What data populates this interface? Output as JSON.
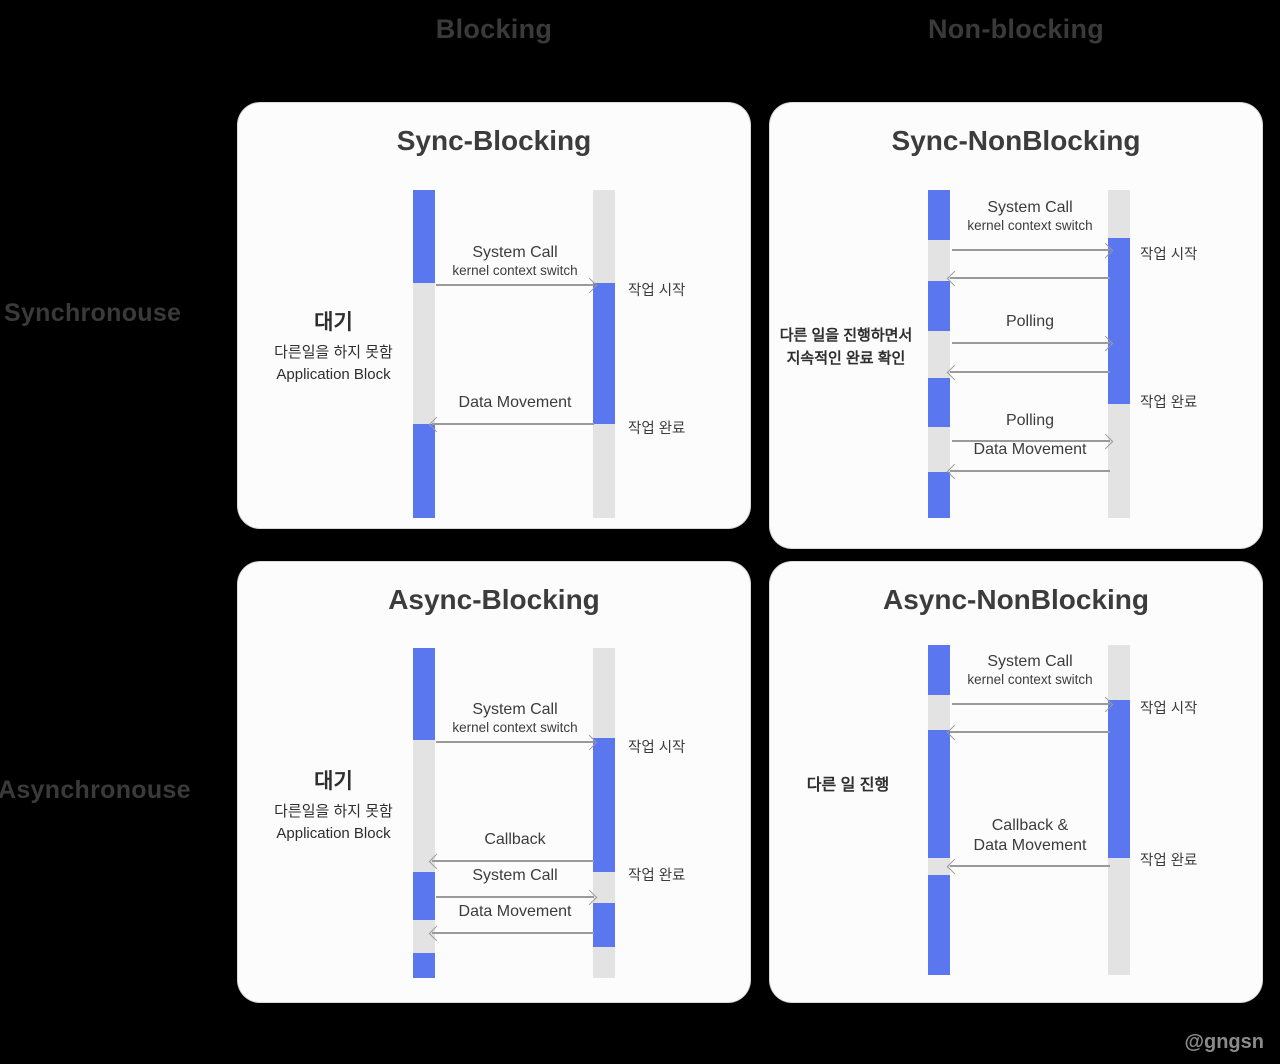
{
  "axis": {
    "columns": [
      {
        "label": "Blocking"
      },
      {
        "label": "Non-blocking"
      }
    ],
    "rows": [
      {
        "label": "Synchronouse"
      },
      {
        "label": "Asynchronouse"
      }
    ]
  },
  "colors": {
    "background": "#000000",
    "card": "#fcfcfc",
    "active_blue": "#5a77ef",
    "idle_gray": "#e3e3e3",
    "arrow_gray": "#9a9a9a",
    "heading_gray": "#3a3a3a",
    "text_dark": "#3c3c3c"
  },
  "cards": [
    {
      "id": "sync-blocking",
      "title": "Sync-Blocking",
      "note": {
        "heading": "대기",
        "line_kr": "다른일을 하지 못함",
        "line_en": "Application Block"
      },
      "arrows": [
        {
          "label_main": "System Call",
          "label_sub": "kernel context switch",
          "direction": "right"
        },
        {
          "label_main": "Data Movement",
          "label_sub": "",
          "direction": "left"
        }
      ],
      "statuses": [
        {
          "label": "작업 시작"
        },
        {
          "label": "작업 완료"
        }
      ]
    },
    {
      "id": "sync-nonblocking",
      "title": "Sync-NonBlocking",
      "note": {
        "line_1": "다른 일을 진행하면서",
        "line_2": "지속적인 완료 확인"
      },
      "arrows": [
        {
          "label_main": "System Call",
          "label_sub": "kernel context switch",
          "direction": "right"
        },
        {
          "label_main": "",
          "label_sub": "",
          "direction": "left"
        },
        {
          "label_main": "Polling",
          "label_sub": "",
          "direction": "right"
        },
        {
          "label_main": "",
          "label_sub": "",
          "direction": "left"
        },
        {
          "label_main": "Polling",
          "label_sub": "",
          "direction": "right"
        },
        {
          "label_main": "Data Movement",
          "label_sub": "",
          "direction": "left"
        }
      ],
      "statuses": [
        {
          "label": "작업 시작"
        },
        {
          "label": "작업 완료"
        }
      ]
    },
    {
      "id": "async-blocking",
      "title": "Async-Blocking",
      "note": {
        "heading": "대기",
        "line_kr": "다른일을 하지 못함",
        "line_en": "Application Block"
      },
      "arrows": [
        {
          "label_main": "System Call",
          "label_sub": "kernel context switch",
          "direction": "right"
        },
        {
          "label_main": "Callback",
          "label_sub": "",
          "direction": "left"
        },
        {
          "label_main": "System Call",
          "label_sub": "",
          "direction": "right"
        },
        {
          "label_main": "Data Movement",
          "label_sub": "",
          "direction": "left"
        }
      ],
      "statuses": [
        {
          "label": "작업 시작"
        },
        {
          "label": "작업 완료"
        }
      ]
    },
    {
      "id": "async-nonblocking",
      "title": "Async-NonBlocking",
      "note": {
        "line_1": "다른 일 진행"
      },
      "arrows": [
        {
          "label_main": "System Call",
          "label_sub": "kernel context switch",
          "direction": "right"
        },
        {
          "label_main": "",
          "label_sub": "",
          "direction": "left"
        },
        {
          "label_main": "Callback &",
          "label_sub": "Data Movement",
          "direction": "left"
        }
      ],
      "statuses": [
        {
          "label": "작업 시작"
        },
        {
          "label": "작업 완료"
        }
      ]
    }
  ],
  "watermark": "@gngsn"
}
